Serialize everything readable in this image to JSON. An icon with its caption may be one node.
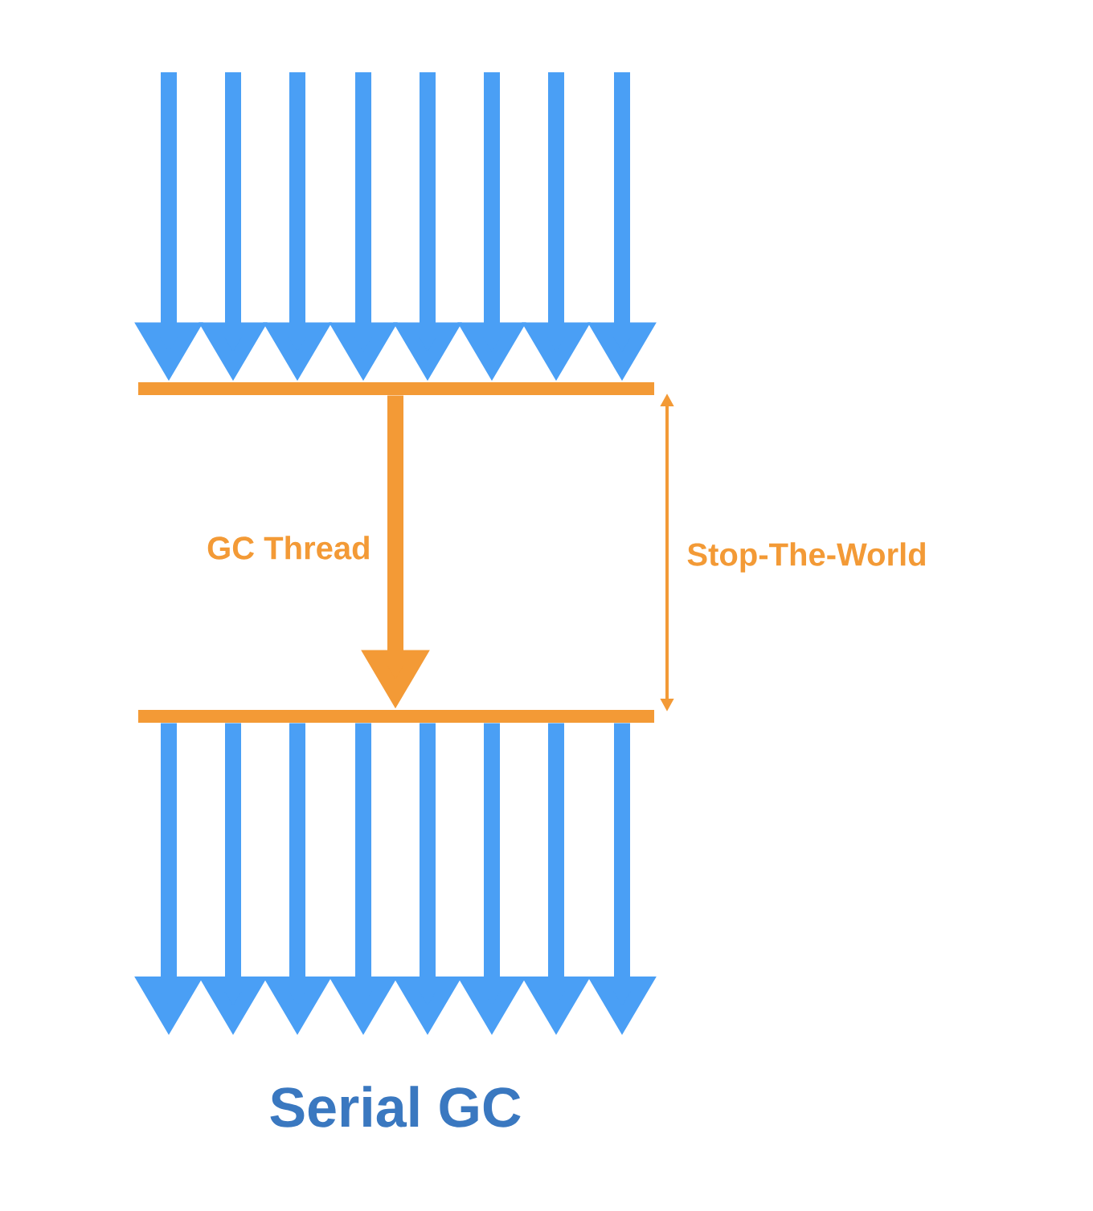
{
  "diagram": {
    "title": "Serial GC",
    "nodes": [
      {
        "text": [],
        "shape": "bar"
      },
      {
        "text": [],
        "shape": "bar"
      }
    ],
    "edges": [
      {
        "from": null,
        "to": 0,
        "arrow": "to"
      },
      {
        "from": null,
        "to": 0,
        "arrow": "to"
      },
      {
        "from": null,
        "to": 0,
        "arrow": "to"
      },
      {
        "from": null,
        "to": 0,
        "arrow": "to"
      },
      {
        "from": null,
        "to": 0,
        "arrow": "to"
      },
      {
        "from": null,
        "to": 0,
        "arrow": "to"
      },
      {
        "from": null,
        "to": 0,
        "arrow": "to"
      },
      {
        "from": null,
        "to": 0,
        "arrow": "to"
      },
      {
        "from": 0,
        "to": 1,
        "arrow": "to",
        "label": "GC Thread",
        "color": "#f39a36"
      },
      {
        "from": 1,
        "to": null,
        "arrow": "to"
      },
      {
        "from": 1,
        "to": null,
        "arrow": "to"
      },
      {
        "from": 1,
        "to": null,
        "arrow": "to"
      },
      {
        "from": 1,
        "to": null,
        "arrow": "to"
      },
      {
        "from": 1,
        "to": null,
        "arrow": "to"
      },
      {
        "from": 1,
        "to": null,
        "arrow": "to"
      },
      {
        "from": 1,
        "to": null,
        "arrow": "to"
      },
      {
        "from": 1,
        "to": null,
        "arrow": "to"
      }
    ],
    "labels": [
      "Stop-The-World"
    ]
  }
}
